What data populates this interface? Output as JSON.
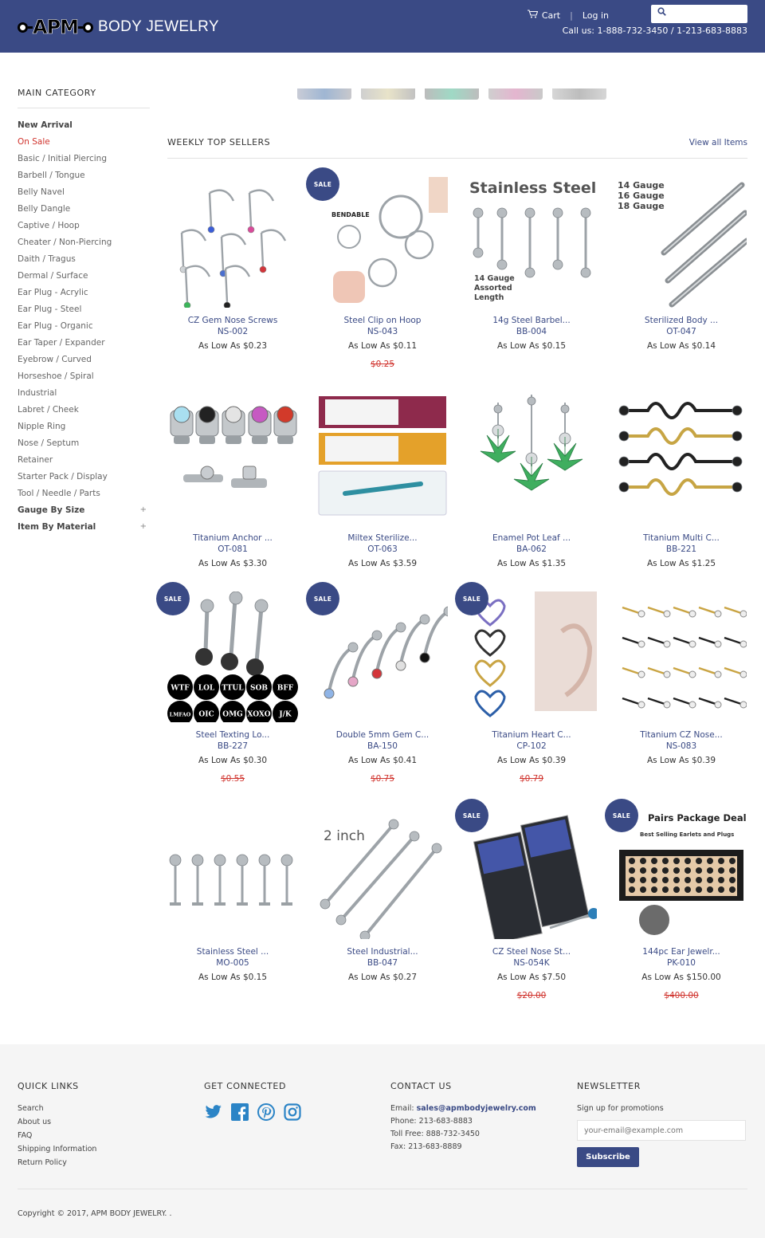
{
  "header": {
    "logo_brand": "APM",
    "logo_sub": "BODY JEWELRY",
    "cart_label": "Cart",
    "login_label": "Log in",
    "search_placeholder": "",
    "call_us": "Call us: 1-888-732-3450 / 1-213-683-8883",
    "bg_color": "#3a4a85"
  },
  "sidebar": {
    "title": "MAIN CATEGORY",
    "items": [
      {
        "label": "New Arrival",
        "style": "bold"
      },
      {
        "label": "On Sale",
        "style": "sale"
      },
      {
        "label": "Basic / Initial Piercing"
      },
      {
        "label": "Barbell / Tongue"
      },
      {
        "label": "Belly Navel"
      },
      {
        "label": "Belly Dangle"
      },
      {
        "label": "Captive / Hoop"
      },
      {
        "label": "Cheater / Non-Piercing"
      },
      {
        "label": "Daith / Tragus"
      },
      {
        "label": "Dermal / Surface"
      },
      {
        "label": "Ear Plug - Acrylic"
      },
      {
        "label": "Ear Plug - Steel"
      },
      {
        "label": "Ear Plug - Organic"
      },
      {
        "label": "Ear Taper / Expander"
      },
      {
        "label": "Eyebrow / Curved"
      },
      {
        "label": "Horseshoe / Spiral"
      },
      {
        "label": "Industrial"
      },
      {
        "label": "Labret / Cheek"
      },
      {
        "label": "Nipple Ring"
      },
      {
        "label": "Nose / Septum"
      },
      {
        "label": "Retainer"
      },
      {
        "label": "Starter Pack / Display"
      },
      {
        "label": "Tool / Needle / Parts"
      },
      {
        "label": "Gauge By Size",
        "style": "bold",
        "expand": "+"
      },
      {
        "label": "Item By Material",
        "style": "bold",
        "expand": "+"
      }
    ]
  },
  "section": {
    "title": "WEEKLY TOP SELLERS",
    "view_all": "View all Items"
  },
  "sale_badge": "SALE",
  "products": [
    {
      "name": "CZ Gem Nose Screws",
      "sku": "NS-002",
      "price": "As Low As $0.23",
      "old": "",
      "sale": false,
      "art": "nose-screws"
    },
    {
      "name": "Steel Clip on Hoop",
      "sku": "NS-043",
      "price": "As Low As $0.11",
      "old": "$0.25",
      "sale": true,
      "art": "hoop",
      "caption": "BENDABLE"
    },
    {
      "name": "14g Steel Barbel...",
      "sku": "BB-004",
      "price": "As Low As $0.15",
      "old": "",
      "sale": false,
      "art": "barbells",
      "caption": "Stainless Steel",
      "caption2": "14 Gauge\nAssorted\nLength"
    },
    {
      "name": "Sterilized Body ...",
      "sku": "OT-047",
      "price": "As Low As $0.14",
      "old": "",
      "sale": false,
      "art": "needles",
      "caption": "14 Gauge\n16 Gauge\n18 Gauge"
    },
    {
      "name": "Titanium Anchor ...",
      "sku": "OT-081",
      "price": "As Low As $3.30",
      "old": "",
      "sale": false,
      "art": "anchors"
    },
    {
      "name": "Miltex Sterilize...",
      "sku": "OT-063",
      "price": "As Low As $3.59",
      "old": "",
      "sale": false,
      "art": "punch"
    },
    {
      "name": "Enamel Pot Leaf ...",
      "sku": "BA-062",
      "price": "As Low As $1.35",
      "old": "",
      "sale": false,
      "art": "leaf"
    },
    {
      "name": "Titanium Multi C...",
      "sku": "BB-221",
      "price": "As Low As $1.25",
      "old": "",
      "sale": false,
      "art": "wavy"
    },
    {
      "name": "Steel Texting Lo...",
      "sku": "BB-227",
      "price": "As Low As $0.30",
      "old": "$0.55",
      "sale": true,
      "art": "texting",
      "words": [
        "WTF",
        "LOL",
        "TTUL",
        "SOB",
        "BFF",
        "LMFAO",
        "OIC",
        "OMG",
        "XOXO",
        "J/K"
      ]
    },
    {
      "name": "Double 5mm Gem C...",
      "sku": "BA-150",
      "price": "As Low As $0.41",
      "old": "$0.75",
      "sale": true,
      "art": "curved"
    },
    {
      "name": "Titanium Heart C...",
      "sku": "CP-102",
      "price": "As Low As $0.39",
      "old": "$0.79",
      "sale": true,
      "art": "hearts"
    },
    {
      "name": "Titanium CZ Nose...",
      "sku": "NS-083",
      "price": "As Low As $0.39",
      "old": "",
      "sale": false,
      "art": "nosebones"
    },
    {
      "name": "Stainless Steel ...",
      "sku": "MO-005",
      "price": "As Low As $0.15",
      "old": "",
      "sale": false,
      "art": "labrets"
    },
    {
      "name": "Steel Industrial...",
      "sku": "BB-047",
      "price": "As Low As $0.27",
      "old": "",
      "sale": false,
      "art": "industrial",
      "caption": "2 inch"
    },
    {
      "name": "CZ Steel Nose St...",
      "sku": "NS-054K",
      "price": "As Low As $7.50",
      "old": "$20.00",
      "sale": true,
      "art": "display"
    },
    {
      "name": "144pc Ear Jewelr...",
      "sku": "PK-010",
      "price": "As Low As $150.00",
      "old": "$400.00",
      "sale": true,
      "art": "package",
      "caption": "Pairs Package Deal!",
      "caption2": "Best Selling Earlets and Plugs"
    }
  ],
  "footer": {
    "quick_links": {
      "title": "QUICK LINKS",
      "items": [
        "Search",
        "About us",
        "FAQ",
        "Shipping Information",
        "Return Policy"
      ]
    },
    "connect": {
      "title": "GET CONNECTED"
    },
    "contact": {
      "title": "CONTACT US",
      "email_label": "Email:",
      "email": "sales@apmbodyjewelry.com",
      "phone": "Phone: 213-683-8883",
      "toll": "Toll Free: 888-732-3450",
      "fax": "Fax: 213-683-8889"
    },
    "newsletter": {
      "title": "NEWSLETTER",
      "text": "Sign up for promotions",
      "placeholder": "your-email@example.com",
      "button": "Subscribe"
    },
    "copyright": "Copyright © 2017, APM BODY JEWELRY. ."
  }
}
